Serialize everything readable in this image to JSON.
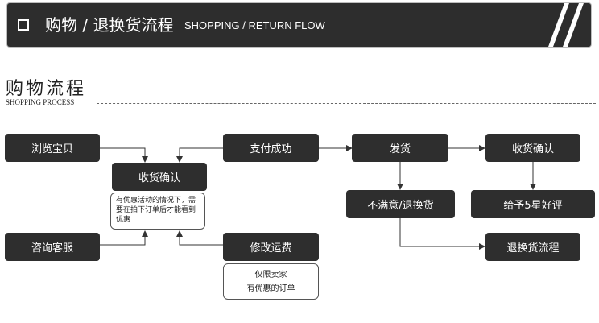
{
  "banner": {
    "title": "购物 / 退换货流程",
    "subtitle": "SHOPPING / RETURN FLOW"
  },
  "section": {
    "title": "购物流程",
    "subtitle": "SHOPPING PROCESS"
  },
  "colors": {
    "banner_bg": "#2d2d2d",
    "box_bg": "#2e2e2e",
    "text_light": "#ffffff",
    "arrow": "#333333"
  },
  "nodes": {
    "browse": "浏览宝贝",
    "confirm_receipt": "收货确认",
    "consult": "咨询客服",
    "payment_success": "支付成功",
    "modify_freight": "修改运费",
    "ship": "发货",
    "unsatisfied_return": "不满意/退换货",
    "receive_confirm": "收货确认",
    "five_star": "给予5星好评",
    "return_flow": "退换货流程"
  },
  "notes": {
    "discount": "有优惠活动的情况下，需要在拍下订单后才能看到优惠",
    "limit_line1": "仅限卖家",
    "limit_line2": "有优惠的订单"
  }
}
